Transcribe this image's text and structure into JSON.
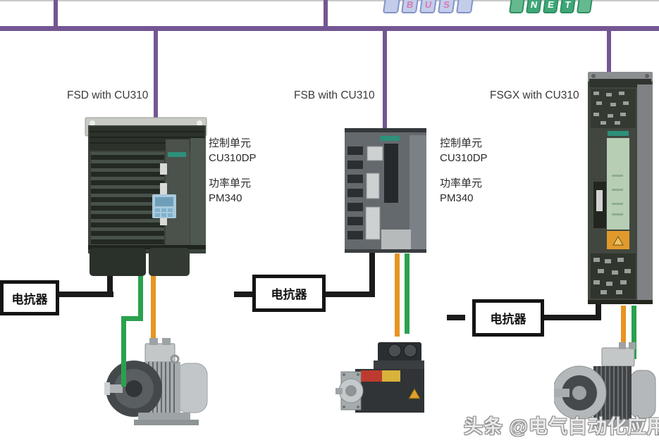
{
  "diagram": {
    "bus_color": "#745693",
    "top_rule_color": "#c9c9c9"
  },
  "logos": {
    "profibus": {
      "letters": [
        "B",
        "U",
        "S"
      ],
      "tile_color": "#c3cdea",
      "letter_color": "#d878b4"
    },
    "profinet": {
      "letters": [
        "N",
        "E",
        "T"
      ],
      "tile_color": "#3fa678",
      "letter_color": "#ffffff"
    }
  },
  "stations": [
    {
      "title": "FSD with CU310",
      "control_unit": {
        "label": "控制单元",
        "model": "CU310DP"
      },
      "power_unit": {
        "label": "功率单元",
        "model": "PM340"
      },
      "reactor_label": "电抗器"
    },
    {
      "title": "FSB with CU310",
      "control_unit": {
        "label": "控制单元",
        "model": "CU310DP"
      },
      "power_unit": {
        "label": "功率单元",
        "model": "PM340"
      },
      "reactor_label": "电抗器"
    },
    {
      "title": "FSGX with CU310",
      "reactor_label": "电抗器"
    }
  ],
  "wire_colors": {
    "reactor_wiring": "#1b1b1b",
    "motor_cable_green": "#2aa14f",
    "motor_cable_orange": "#e89420"
  },
  "watermark": {
    "text": "头条 @电气自动化应用"
  }
}
